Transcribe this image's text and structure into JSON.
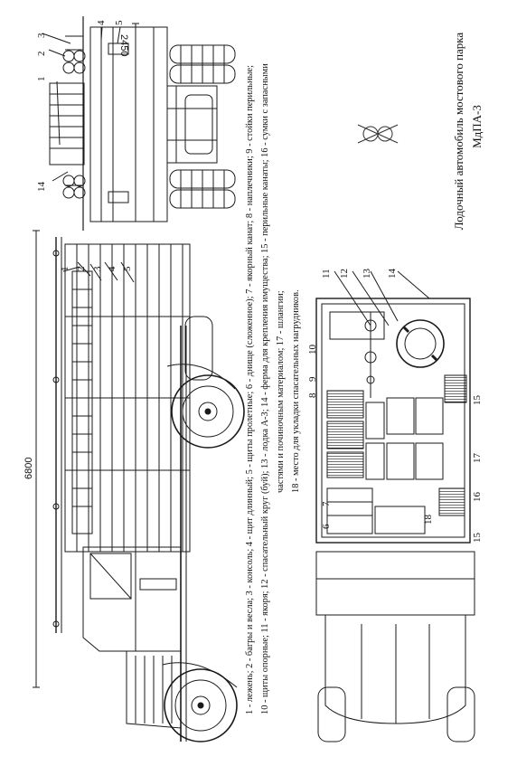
{
  "drawing": {
    "title_line1": "Лодочный автомобиль мостового парка",
    "title_line2": "МдПА-3",
    "dim_length": "6800",
    "dim_width": "2450",
    "legend": [
      "1 - лежень; 2 - багры и весла; 3 - консоль; 4 - щит длинный; 5 - щиты пролетные; 6 - днище (сложенное); 7 - якорный канат; 8 - наплечники; 9 - стойки перильные;",
      "10 - щиты опорные; 11 - якоря; 12 - спасательный круг (буй); 13 - лодка А-3; 14 - ферма для крепления имущества; 15 - перильные канаты; 16 - сумки с запасными",
      "частями и починочным материалом; 17 - шлангии;",
      "18 - место для укладки спасательных нагрудников."
    ],
    "rear_labels": [
      "1",
      "2",
      "3",
      "4",
      "5",
      "14"
    ],
    "side_labels": [
      "1",
      "2",
      "3",
      "4",
      "5"
    ],
    "top_labels": [
      "6",
      "7",
      "8",
      "9",
      "10",
      "11",
      "12",
      "13",
      "14",
      "15",
      "15",
      "16",
      "17",
      "18"
    ]
  }
}
